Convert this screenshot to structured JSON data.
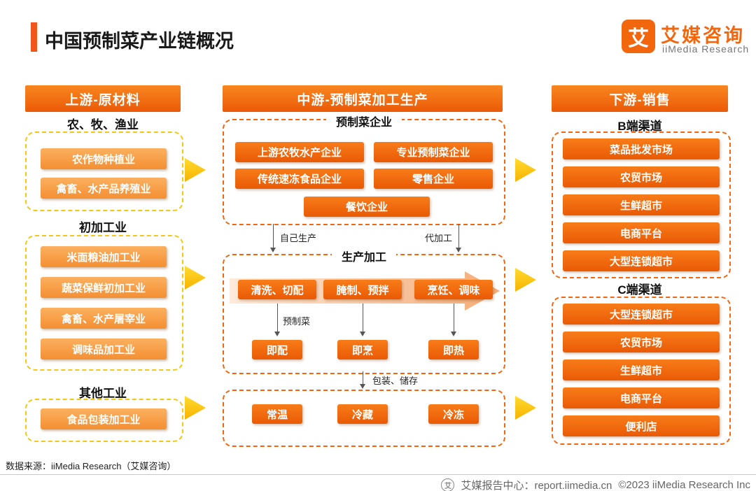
{
  "header": {
    "title": "中国预制菜产业链概况",
    "logo_char": "艾",
    "brand_cn": "艾媒咨询",
    "brand_en": "iiMedia Research"
  },
  "upstream": {
    "header": "上游-原材料",
    "groups": [
      {
        "title": "农、牧、渔业",
        "items": [
          "农作物种植业",
          "禽畜、水产品养殖业"
        ]
      },
      {
        "title": "初加工业",
        "items": [
          "米面粮油加工业",
          "蔬菜保鲜初加工业",
          "禽畜、水产屠宰业",
          "调味品加工业"
        ]
      },
      {
        "title": "其他工业",
        "items": [
          "食品包装加工业"
        ]
      }
    ]
  },
  "midstream": {
    "header": "中游-预制菜加工生产",
    "enterprises": {
      "title": "预制菜企业",
      "items": [
        "上游农牧水产企业",
        "专业预制菜企业",
        "传统速冻食品企业",
        "零售企业",
        "餐饮企业"
      ]
    },
    "labels": {
      "self_produce": "自己生产",
      "oem": "代加工",
      "premade": "预制菜",
      "packaging": "包装、储存"
    },
    "production": {
      "title": "生产加工",
      "steps": [
        "清洗、切配",
        "腌制、预拌",
        "烹饪、调味"
      ],
      "types": [
        "即配",
        "即烹",
        "即热"
      ]
    },
    "storage": [
      "常温",
      "冷藏",
      "冷冻"
    ]
  },
  "downstream": {
    "header": "下游-销售",
    "groups": [
      {
        "title": "B端渠道",
        "items": [
          "菜品批发市场",
          "农贸市场",
          "生鲜超市",
          "电商平台",
          "大型连锁超市"
        ]
      },
      {
        "title": "C端渠道",
        "items": [
          "大型连锁超市",
          "农贸市场",
          "生鲜超市",
          "电商平台",
          "便利店"
        ]
      }
    ]
  },
  "footer": {
    "source": "数据来源：iiMedia Research（艾媒咨询）",
    "logo_char": "艾",
    "report_center": "艾媒报告中心：report.iimedia.cn",
    "copyright": "©2023  iiMedia Research  Inc"
  },
  "colors": {
    "primary_orange": "#f2660d",
    "light_orange": "#f9a24b",
    "dash_yellow": "#f3c713",
    "arrow_yellow": "#fdc70a"
  }
}
